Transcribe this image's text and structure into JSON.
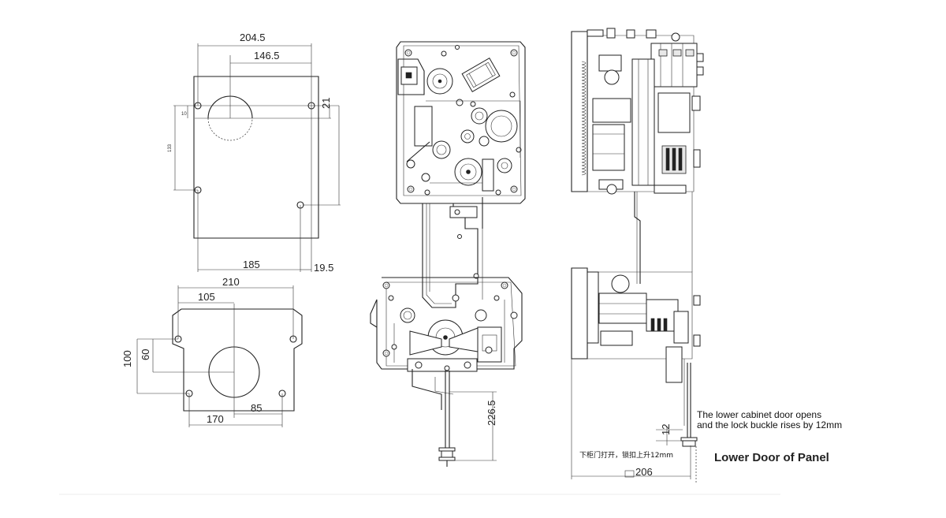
{
  "top_plate": {
    "dim_width": "204.5",
    "dim_center": "146.5",
    "dim_bottom": "185",
    "dim_offset": "19.5",
    "dim_right": "21",
    "dim_left_small": "10",
    "dim_left_tall": "133"
  },
  "bottom_plate": {
    "dim_width": "210",
    "dim_center": "105",
    "dim_height": "100",
    "dim_inner": "60",
    "dim_bottom": "170",
    "dim_right": "85"
  },
  "front_view": {
    "dim_rod": "226.5"
  },
  "side_view": {
    "dim_rise": "12",
    "dim_depth": "206",
    "chinese_note": "下柜门打开，锁扣上升12mm",
    "english_note_line1": "The lower cabinet door opens",
    "english_note_line2": "and the lock buckle rises by 12mm",
    "caption": "Lower Door of Panel"
  }
}
